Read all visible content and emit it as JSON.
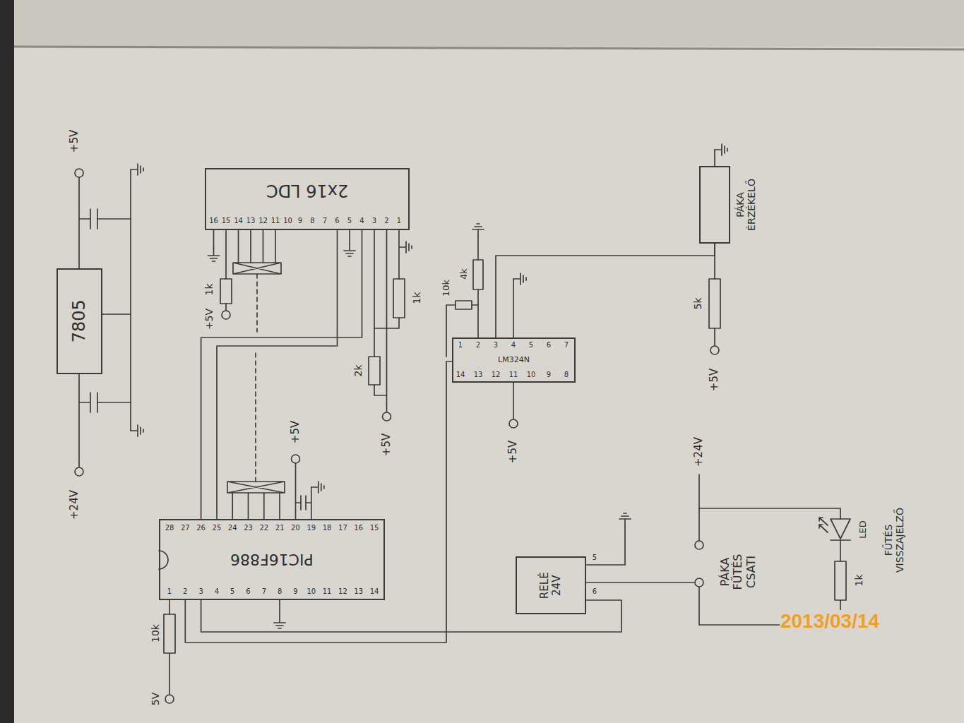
{
  "diagram": {
    "nodes": [
      {
        "text": [
          "7805"
        ]
      },
      {
        "text": [
          "2x16 LDC"
        ]
      },
      {
        "text": [
          "PIC16F886"
        ]
      },
      {
        "text": [
          "LM324N"
        ]
      },
      {
        "text": [
          "PÁKA ÉRZÉKELŐ"
        ]
      },
      {
        "text": [
          "RELÉ 24V"
        ]
      }
    ],
    "edges": [
      {
        "from": 2,
        "to": 1,
        "arrow": "none"
      },
      {
        "from": 3,
        "to": 2,
        "arrow": "none"
      },
      {
        "from": 4,
        "to": 3,
        "arrow": "none"
      },
      {
        "from": 2,
        "to": 5,
        "arrow": "none"
      }
    ],
    "labels": [
      "+24V",
      "+5V",
      "+5V",
      "1k",
      "1k",
      "2k",
      "+5V",
      "+5V",
      "10k",
      "5V",
      "10k",
      "4k",
      "+5V",
      "5k",
      "+5V",
      "+24V",
      "LED",
      "FŰTÉS VISSZAJELZŐ",
      "1k",
      "PÁKA FŰTÉS CSATI",
      "5",
      "6",
      "2013/03/14",
      "1",
      "2",
      "3",
      "4",
      "5",
      "6",
      "7",
      "8",
      "9",
      "10",
      "11",
      "12",
      "13",
      "14",
      "15",
      "16",
      "17",
      "18",
      "19",
      "20",
      "21",
      "22",
      "23",
      "24",
      "25",
      "26",
      "27",
      "28",
      "1",
      "2",
      "3",
      "4",
      "5",
      "6",
      "7",
      "8",
      "9",
      "10",
      "11",
      "12",
      "13",
      "14",
      "15",
      "16",
      "1",
      "2",
      "3",
      "4",
      "5",
      "6",
      "7",
      "8",
      "9",
      "10",
      "11",
      "12",
      "13",
      "14"
    ]
  }
}
